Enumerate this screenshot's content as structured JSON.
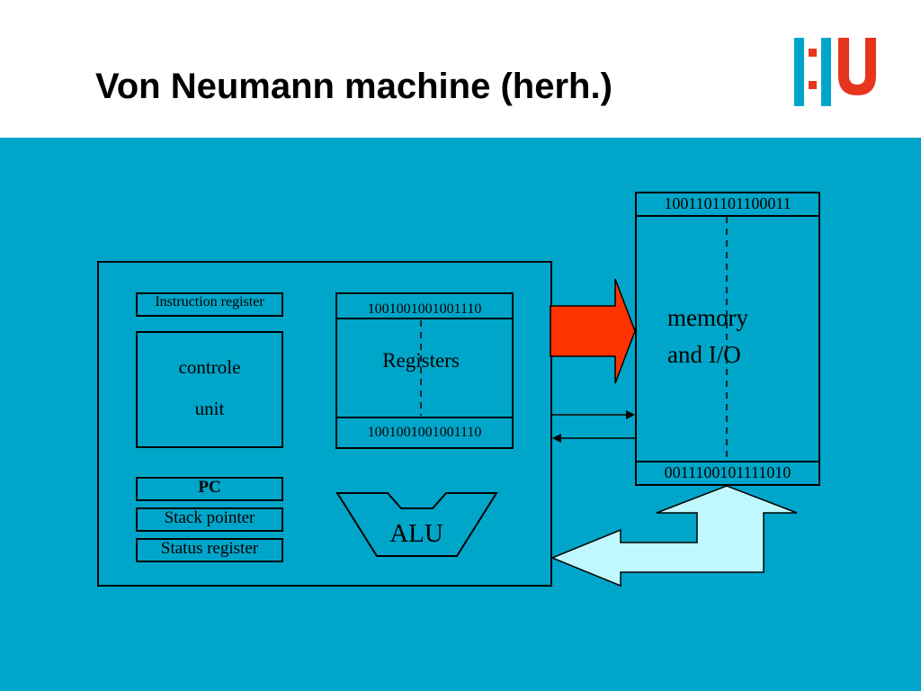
{
  "slide": {
    "title": "Von Neumann machine (herh.)",
    "logo_alt": "HU"
  },
  "cpu": {
    "instruction_register": "Instruction register",
    "control_unit_line1": "controle",
    "control_unit_line2": "unit",
    "pc": "PC",
    "stack_pointer": "Stack pointer",
    "status_register": "Status register",
    "registers_top": "1001001001001110",
    "registers_label": "Registers",
    "registers_bottom": "1001001001001110",
    "alu": "ALU"
  },
  "memory": {
    "top_value": "1001101101100011",
    "label_line1": "memory",
    "label_line2": "and I/O",
    "bottom_value": "0011100101111010"
  },
  "colors": {
    "background": "#00a6c9",
    "red_arrow": "#ff3300",
    "light_arrow": "#bff8ff",
    "logo_blue": "#00a6c9",
    "logo_red": "#e8351e"
  }
}
